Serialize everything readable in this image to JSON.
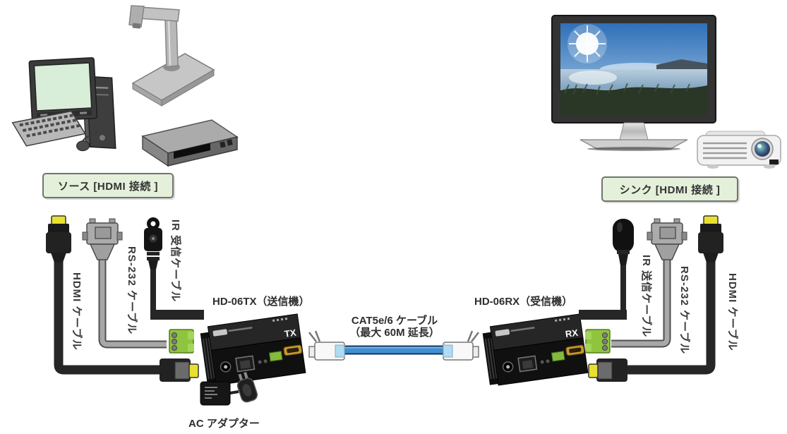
{
  "source": {
    "label": "ソース [HDMI 接続 ]",
    "cables": {
      "hdmi": "HDMI ケーブル",
      "rs232": "RS-232 ケーブル",
      "ir": "IR 受信ケーブル"
    }
  },
  "sink": {
    "label": "シンク [HDMI 接続 ]",
    "cables": {
      "ir": "IR 送信ケーブル",
      "rs232": "RS-232 ケーブル",
      "hdmi": "HDMI ケーブル"
    }
  },
  "transmitter": {
    "label": "HD-06TX（送信機）",
    "badge": "TX"
  },
  "receiver": {
    "label": "HD-06RX（受信機）",
    "badge": "RX"
  },
  "link_cable": {
    "label_line1": "CAT5e/6 ケーブル",
    "label_line2": "（最大 60M 延長）"
  },
  "power": {
    "label": "AC アダプター"
  },
  "colors": {
    "label_box_bg": "#e4f0da",
    "label_box_border": "#70756e",
    "terminal_block_green": "#8fc43e",
    "hdmi_plug_yellow": "#e8e030",
    "cat_cable_blue": "#3f8fd2",
    "device_body_black": "#141414",
    "rs232_cable_gray": "#a8a8a8"
  }
}
